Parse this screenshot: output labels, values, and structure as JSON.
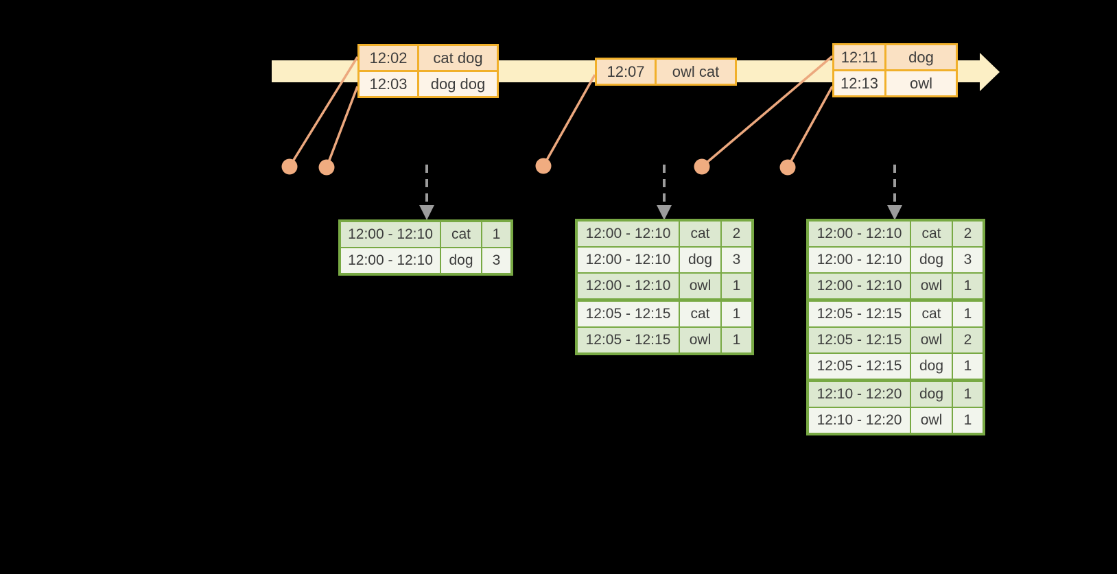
{
  "colors": {
    "timeline_fill": "#FCEFC5",
    "event_border": "#F1B02B",
    "event_row_dark": "#FAE1C3",
    "event_row_light": "#FDF4E8",
    "result_border": "#78A944",
    "result_row_dark": "#DCE8D0",
    "result_row_light": "#F2F5ED",
    "dot_fill": "#F0AC80",
    "connector_line": "#ECA87E",
    "trigger_arrow": "#9C9C9C",
    "text": "#3C3C3C"
  },
  "event_tables": [
    {
      "rows": [
        {
          "time": "12:02",
          "words": "cat dog"
        },
        {
          "time": "12:03",
          "words": "dog dog"
        }
      ]
    },
    {
      "rows": [
        {
          "time": "12:07",
          "words": "owl cat"
        }
      ]
    },
    {
      "rows": [
        {
          "time": "12:11",
          "words": "dog"
        },
        {
          "time": "12:13",
          "words": "owl"
        }
      ]
    }
  ],
  "result_tables": [
    {
      "rows": [
        {
          "window": "12:00 - 12:10",
          "word": "cat",
          "count": "1"
        },
        {
          "window": "12:00 - 12:10",
          "word": "dog",
          "count": "3"
        }
      ]
    },
    {
      "rows": [
        {
          "window": "12:00 - 12:10",
          "word": "cat",
          "count": "2"
        },
        {
          "window": "12:00 - 12:10",
          "word": "dog",
          "count": "3"
        },
        {
          "window": "12:00 - 12:10",
          "word": "owl",
          "count": "1"
        },
        {
          "window": "12:05 - 12:15",
          "word": "cat",
          "count": "1"
        },
        {
          "window": "12:05 - 12:15",
          "word": "owl",
          "count": "1"
        }
      ]
    },
    {
      "rows": [
        {
          "window": "12:00 - 12:10",
          "word": "cat",
          "count": "2"
        },
        {
          "window": "12:00 - 12:10",
          "word": "dog",
          "count": "3"
        },
        {
          "window": "12:00 - 12:10",
          "word": "owl",
          "count": "1"
        },
        {
          "window": "12:05 - 12:15",
          "word": "cat",
          "count": "1"
        },
        {
          "window": "12:05 - 12:15",
          "word": "owl",
          "count": "2"
        },
        {
          "window": "12:05 - 12:15",
          "word": "dog",
          "count": "1"
        },
        {
          "window": "12:10 - 12:20",
          "word": "dog",
          "count": "1"
        },
        {
          "window": "12:10 - 12:20",
          "word": "owl",
          "count": "1"
        }
      ]
    }
  ]
}
